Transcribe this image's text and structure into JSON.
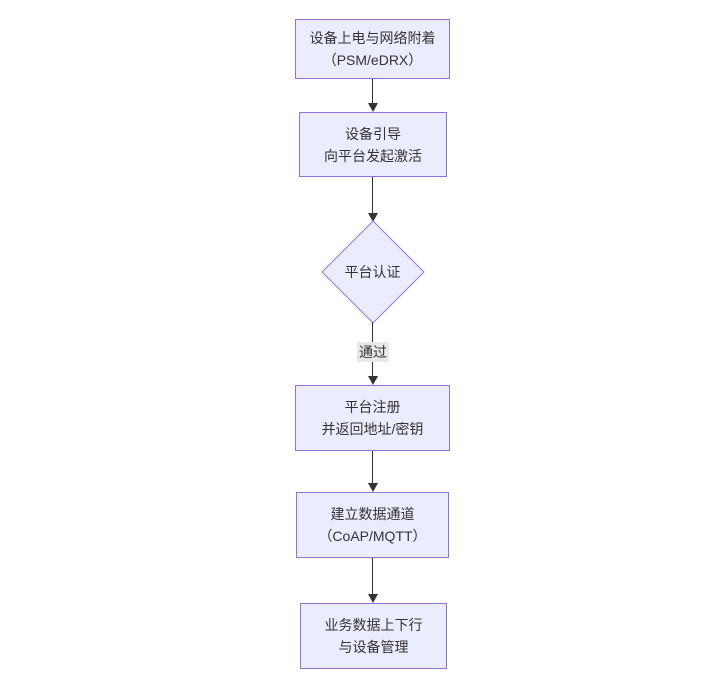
{
  "diagram": {
    "type": "flowchart",
    "direction": "top-down",
    "nodes": [
      {
        "id": "A",
        "shape": "rect",
        "lines": [
          "设备上电与网络附着",
          "（PSM/eDRX）"
        ]
      },
      {
        "id": "B",
        "shape": "rect",
        "lines": [
          "设备引导",
          "向平台发起激活"
        ]
      },
      {
        "id": "C",
        "shape": "diamond",
        "lines": [
          "平台认证"
        ]
      },
      {
        "id": "D",
        "shape": "rect",
        "lines": [
          "平台注册",
          "并返回地址/密钥"
        ]
      },
      {
        "id": "E",
        "shape": "rect",
        "lines": [
          "建立数据通道",
          "（CoAP/MQTT）"
        ]
      },
      {
        "id": "F",
        "shape": "rect",
        "lines": [
          "业务数据上下行",
          "与设备管理"
        ]
      }
    ],
    "edges": [
      {
        "from": "A",
        "to": "B",
        "label": ""
      },
      {
        "from": "B",
        "to": "C",
        "label": ""
      },
      {
        "from": "C",
        "to": "D",
        "label": "通过"
      },
      {
        "from": "D",
        "to": "E",
        "label": ""
      },
      {
        "from": "E",
        "to": "F",
        "label": ""
      }
    ],
    "colors": {
      "background": "#ffffff",
      "node_fill": "#ECECFF",
      "node_border": "#9370DB",
      "text": "#333333",
      "edge": "#333333",
      "edge_label_bg": "#e8e8e8"
    }
  }
}
